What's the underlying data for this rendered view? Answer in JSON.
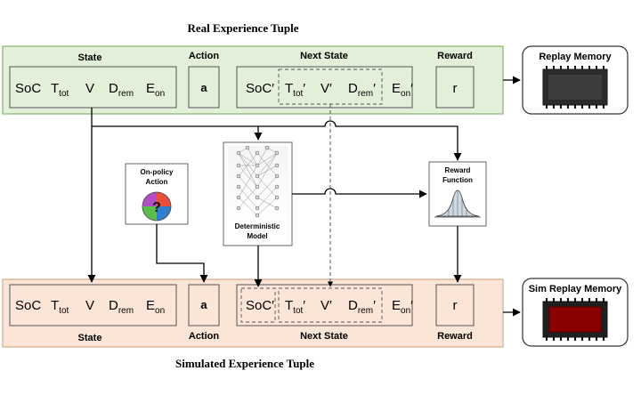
{
  "top": {
    "title": "Real Experience Tuple",
    "headers": {
      "state": "State",
      "action": "Action",
      "next_state": "Next State",
      "reward": "Reward"
    },
    "state_vars": [
      "SoC",
      "T",
      "tot",
      "V",
      "D",
      "rem",
      "E",
      "on"
    ],
    "action_value": "a",
    "next_vars": [
      "SoC′",
      "T",
      "tot",
      "′",
      "V′",
      "D",
      "rem",
      "′",
      "E",
      "on",
      "′"
    ],
    "reward_value": "r"
  },
  "bottom": {
    "title": "Simulated Experience Tuple",
    "headers": {
      "state": "State",
      "action": "Action",
      "next_state": "Next State",
      "reward": "Reward"
    },
    "state_vars": [
      "SoC",
      "T",
      "tot",
      "V",
      "D",
      "rem",
      "E",
      "on"
    ],
    "action_value": "a",
    "next_vars": [
      "SoC′",
      "T",
      "tot",
      "′",
      "V′",
      "D",
      "rem",
      "′",
      "E",
      "on",
      "′"
    ],
    "reward_value": "r"
  },
  "replay_memory": "Replay Memory",
  "sim_replay_memory": "Sim Replay Memory",
  "onpolicy": {
    "line1": "On-policy",
    "line2": "Action",
    "glyph": "?"
  },
  "model": {
    "line1": "Deterministic",
    "line2": "Model"
  },
  "reward_function": {
    "line1": "Reward",
    "line2": "Function"
  },
  "colors": {
    "top_fill": "#e2efd9",
    "top_border": "#86b36b",
    "bottom_fill": "#fbe5d6",
    "bottom_border": "#d6a98a",
    "chip_top": "#2b2b2b",
    "chip_bottom": "#8b0000"
  },
  "icons": [
    "chip-icon",
    "neural-network-icon",
    "bell-curve-icon",
    "color-wheel-icon"
  ]
}
